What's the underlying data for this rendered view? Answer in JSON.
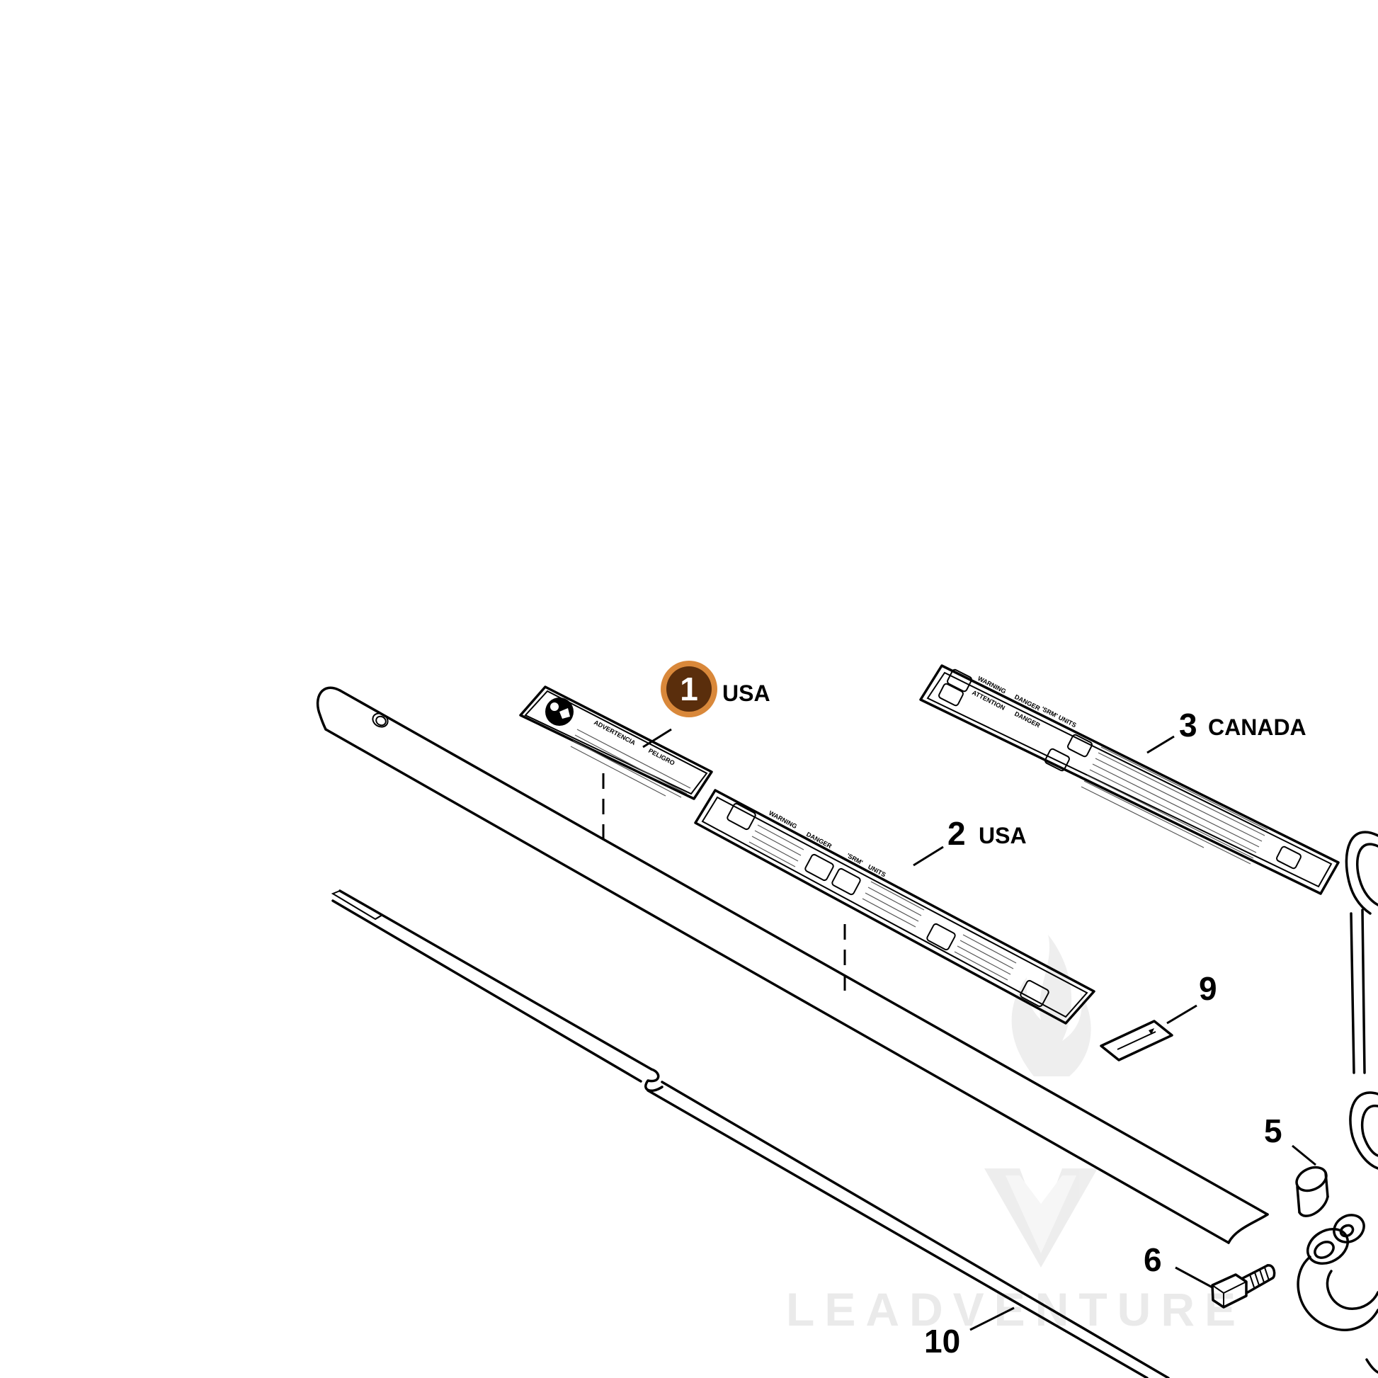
{
  "callouts": [
    {
      "number": "1",
      "region": "USA",
      "highlighted": true
    },
    {
      "number": "2",
      "region": "USA"
    },
    {
      "number": "3",
      "region": "CANADA"
    },
    {
      "number": "5"
    },
    {
      "number": "6"
    },
    {
      "number": "9"
    },
    {
      "number": "10"
    }
  ],
  "decals": {
    "decal_1": {
      "line1": "ADVERTENCIA",
      "line2": "PELIGRO"
    },
    "decal_2": {
      "line1": "WARNING",
      "line2": "DANGER",
      "line3": "'SRM'",
      "line4": "UNITS"
    },
    "decal_3": {
      "line1": "WARNING",
      "line2": "DANGER",
      "line3": "ATTENTION",
      "line4": "DANGER",
      "line5": "'SRM' UNITS"
    }
  },
  "watermark": {
    "text": "LEADVENTURE"
  },
  "colors": {
    "highlight_fill": "#5a2e0c",
    "highlight_ring": "#d9883a",
    "ink": "#000000",
    "watermark": "#e8e8e8"
  }
}
